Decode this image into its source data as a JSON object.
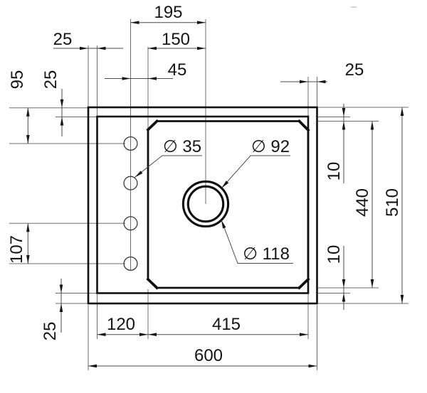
{
  "drawing": {
    "subject": "sink-top-view-dimension-drawing",
    "colors": {
      "outline": "#101010",
      "thin_line": "#6e6e6e",
      "text": "#141414",
      "background": "#ffffff"
    },
    "labels": {
      "top": {
        "hole_to_drain": "195",
        "basin_edge_to_drain": "150",
        "hole_to_basin_edge": "45",
        "left_rim": "25",
        "right_rim": "25"
      },
      "left": {
        "top_to_first_hole": "95",
        "top_rim": "25",
        "hole_spacing": "107",
        "bottom_rim": "25"
      },
      "right": {
        "gap_top": "10",
        "basin_height": "440",
        "total_height": "510",
        "gap_bottom": "10"
      },
      "bottom": {
        "deck_width": "120",
        "basin_width": "415",
        "total_width": "600"
      },
      "diameters": {
        "faucet_hole": "∅ 35",
        "drain_inner": "∅ 92",
        "drain_outer": "∅ 118"
      }
    }
  }
}
